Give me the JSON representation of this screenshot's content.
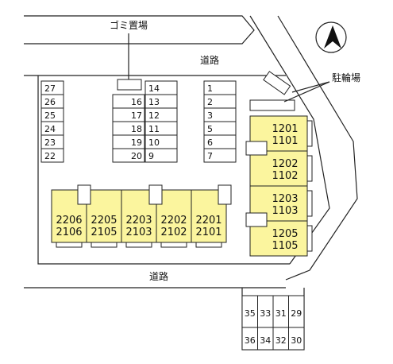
{
  "labels": {
    "garbage": "ゴミ置場",
    "road_top": "道路",
    "road_bottom": "道路",
    "bike_parking": "駐輪場"
  },
  "colors": {
    "building": "#fbf59e"
  },
  "parking": {
    "col_a": [
      "27",
      "26",
      "25",
      "24",
      "23",
      "22"
    ],
    "col_b": [
      "16",
      "17",
      "18",
      "19",
      "20"
    ],
    "col_c": [
      "14",
      "13",
      "12",
      "11",
      "10",
      "9"
    ],
    "col_d": [
      "1",
      "2",
      "3",
      "5",
      "6",
      "7"
    ],
    "lot_top": [
      "35",
      "33",
      "31",
      "29"
    ],
    "lot_bottom": [
      "36",
      "34",
      "32",
      "30"
    ]
  },
  "buildings": {
    "bottom_row": [
      {
        "upper": "2206",
        "lower": "2106"
      },
      {
        "upper": "2205",
        "lower": "2105"
      },
      {
        "upper": "2203",
        "lower": "2103"
      },
      {
        "upper": "2202",
        "lower": "2102"
      },
      {
        "upper": "2201",
        "lower": "2101"
      }
    ],
    "right_col": [
      {
        "upper": "1201",
        "lower": "1101"
      },
      {
        "upper": "1202",
        "lower": "1102"
      },
      {
        "upper": "1203",
        "lower": "1103"
      },
      {
        "upper": "1205",
        "lower": "1105"
      }
    ]
  }
}
